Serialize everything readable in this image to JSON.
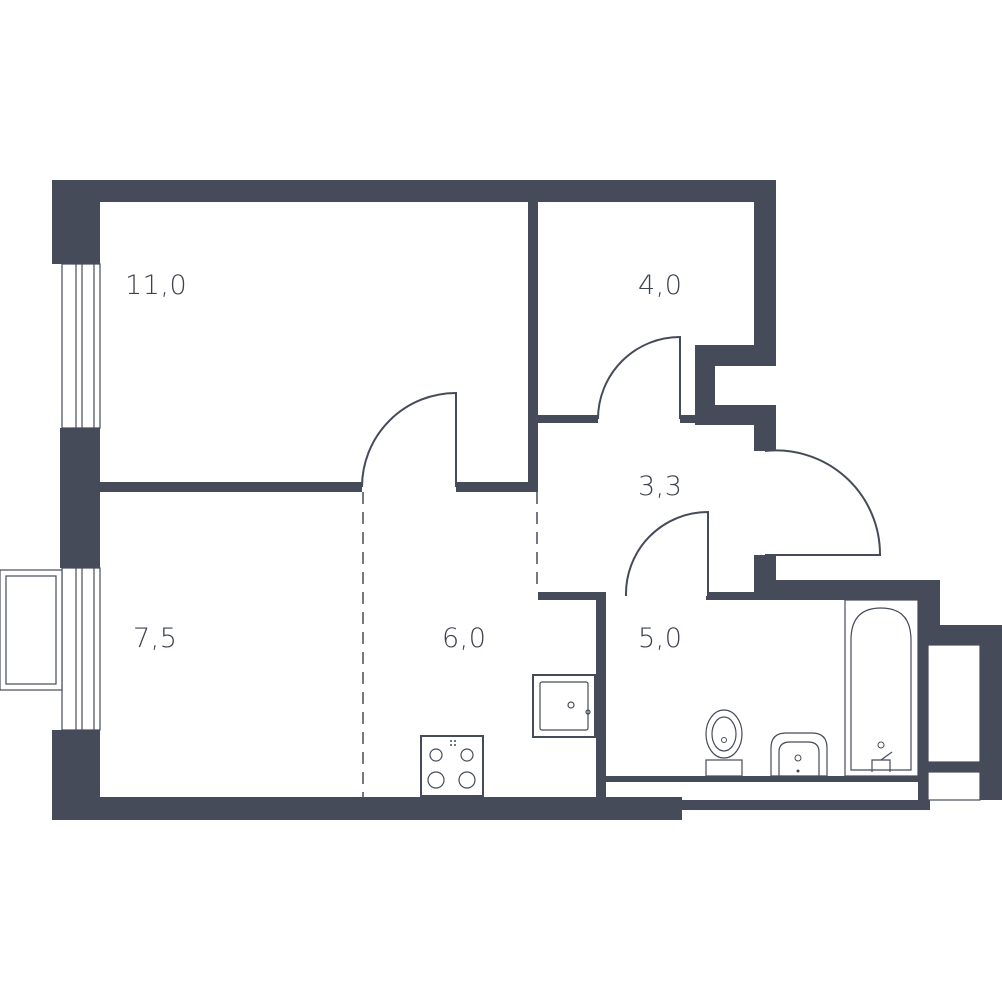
{
  "rooms": [
    {
      "id": "room-living",
      "area": "11,0"
    },
    {
      "id": "room-storage",
      "area": "4,0"
    },
    {
      "id": "room-hall",
      "area": "3,3"
    },
    {
      "id": "room-bedroom",
      "area": "7,5"
    },
    {
      "id": "room-kitchen",
      "area": "6,0"
    },
    {
      "id": "room-bathroom",
      "area": "5,0"
    }
  ],
  "colors": {
    "wall": "#464b5a",
    "background": "#ffffff",
    "label": "#3d4250"
  },
  "icons": [
    "window-icon",
    "balcony-door-icon",
    "door-swing-icon",
    "sink-icon",
    "stove-icon",
    "toilet-icon",
    "washbasin-icon",
    "bathtub-icon"
  ]
}
